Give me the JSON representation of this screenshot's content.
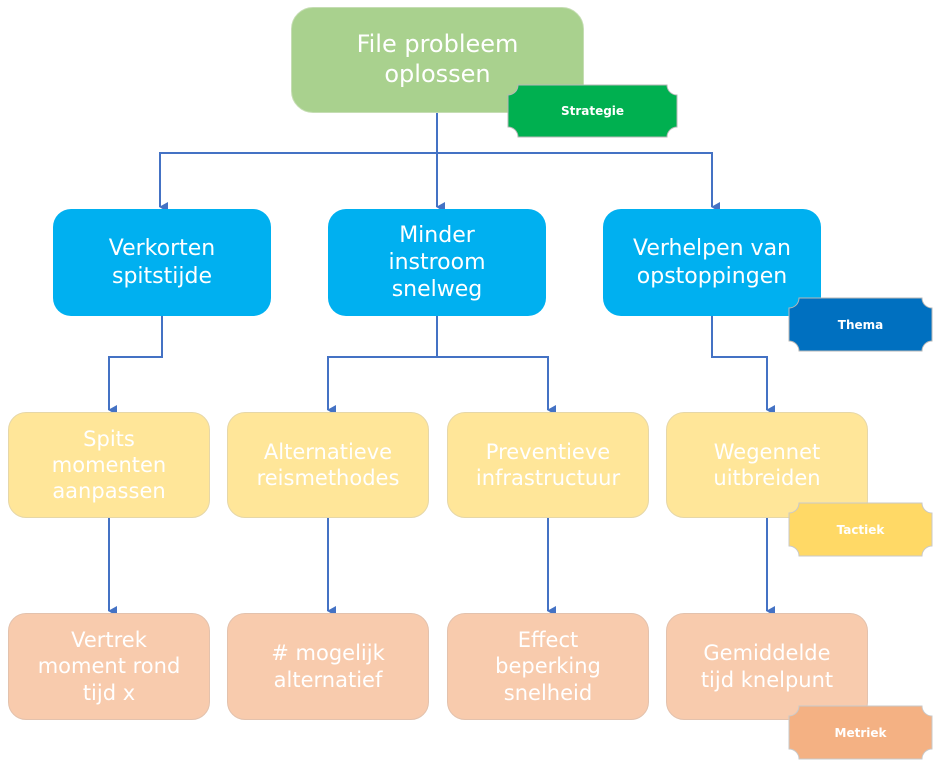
{
  "diagram": {
    "type": "hierarchy-tree",
    "root": {
      "label": "File probleem oplossen",
      "lines": [
        "File probleem",
        "oplossen"
      ]
    },
    "level1": [
      {
        "id": "verkorten",
        "lines": [
          "Verkorten",
          "spitstijde"
        ]
      },
      {
        "id": "minder",
        "lines": [
          "Minder",
          "instroom",
          "snelweg"
        ]
      },
      {
        "id": "verhelpen",
        "lines": [
          "Verhelpen van",
          "opstoppingen"
        ]
      }
    ],
    "level2": [
      {
        "parent": "verkorten",
        "lines": [
          "Spits",
          "momenten",
          "aanpassen"
        ]
      },
      {
        "parent": "minder",
        "lines": [
          "Alternatieve",
          "reismethodes"
        ]
      },
      {
        "parent": "minder",
        "lines": [
          "Preventieve",
          "infrastructuur"
        ]
      },
      {
        "parent": "verhelpen",
        "lines": [
          "Wegennet",
          "uitbreiden"
        ]
      }
    ],
    "level3": [
      {
        "lines": [
          "Vertrek",
          "moment rond",
          "tijd x"
        ]
      },
      {
        "lines": [
          "# mogelijk",
          "alternatief"
        ]
      },
      {
        "lines": [
          "Effect",
          "beperking",
          "snelheid"
        ]
      },
      {
        "lines": [
          "Gemiddelde",
          "tijd knelpunt"
        ]
      }
    ],
    "legend_tags": {
      "strategie": {
        "label": "Strategie",
        "color": "#00B050"
      },
      "thema": {
        "label": "Thema",
        "color": "#0070C0"
      },
      "tactiek": {
        "label": "Tactiek",
        "color": "#FFD966"
      },
      "metriek": {
        "label": "Metriek",
        "color": "#F4B183"
      }
    },
    "colors": {
      "root_fill": "#A9D18E",
      "level1_fill": "#00B0F0",
      "level2_fill": "#FFE699",
      "level3_fill": "#F8CBAD",
      "connector": "#4472C4"
    }
  }
}
